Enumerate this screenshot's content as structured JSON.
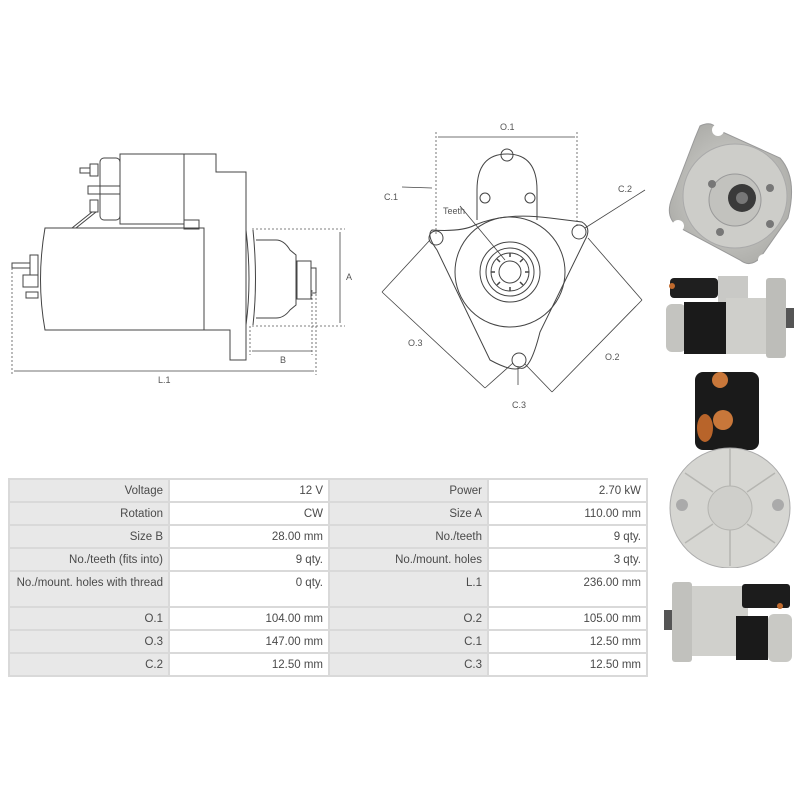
{
  "side_view": {
    "labels": {
      "a": "A",
      "b": "B",
      "l1": "L.1"
    }
  },
  "front_view": {
    "labels": {
      "o1": "O.1",
      "o2": "O.2",
      "o3": "O.3",
      "c1": "C.1",
      "c2": "C.2",
      "c3": "C.3",
      "teeth": "Teeth"
    }
  },
  "specs": {
    "rows": [
      {
        "k1": "Voltage",
        "v1": "12 V",
        "k2": "Power",
        "v2": "2.70 kW"
      },
      {
        "k1": "Rotation",
        "v1": "CW",
        "k2": "Size A",
        "v2": "110.00 mm"
      },
      {
        "k1": "Size B",
        "v1": "28.00 mm",
        "k2": "No./teeth",
        "v2": "9 qty."
      },
      {
        "k1": "No./teeth (fits into)",
        "v1": "9 qty.",
        "k2": "No./mount. holes",
        "v2": "3 qty."
      },
      {
        "k1": "No./mount. holes with thread",
        "v1": "0 qty.",
        "k2": "L.1",
        "v2": "236.00 mm"
      },
      {
        "k1": "O.1",
        "v1": "104.00 mm",
        "k2": "O.2",
        "v2": "105.00 mm"
      },
      {
        "k1": "O.3",
        "v1": "147.00 mm",
        "k2": "C.1",
        "v2": "12.50 mm"
      },
      {
        "k1": "C.2",
        "v1": "12.50 mm",
        "k2": "C.3",
        "v2": "12.50 mm"
      }
    ]
  },
  "photos": [
    {
      "name": "front-flange-photo"
    },
    {
      "name": "side-view-photo"
    },
    {
      "name": "rear-end-photo"
    },
    {
      "name": "opposite-side-photo"
    }
  ]
}
